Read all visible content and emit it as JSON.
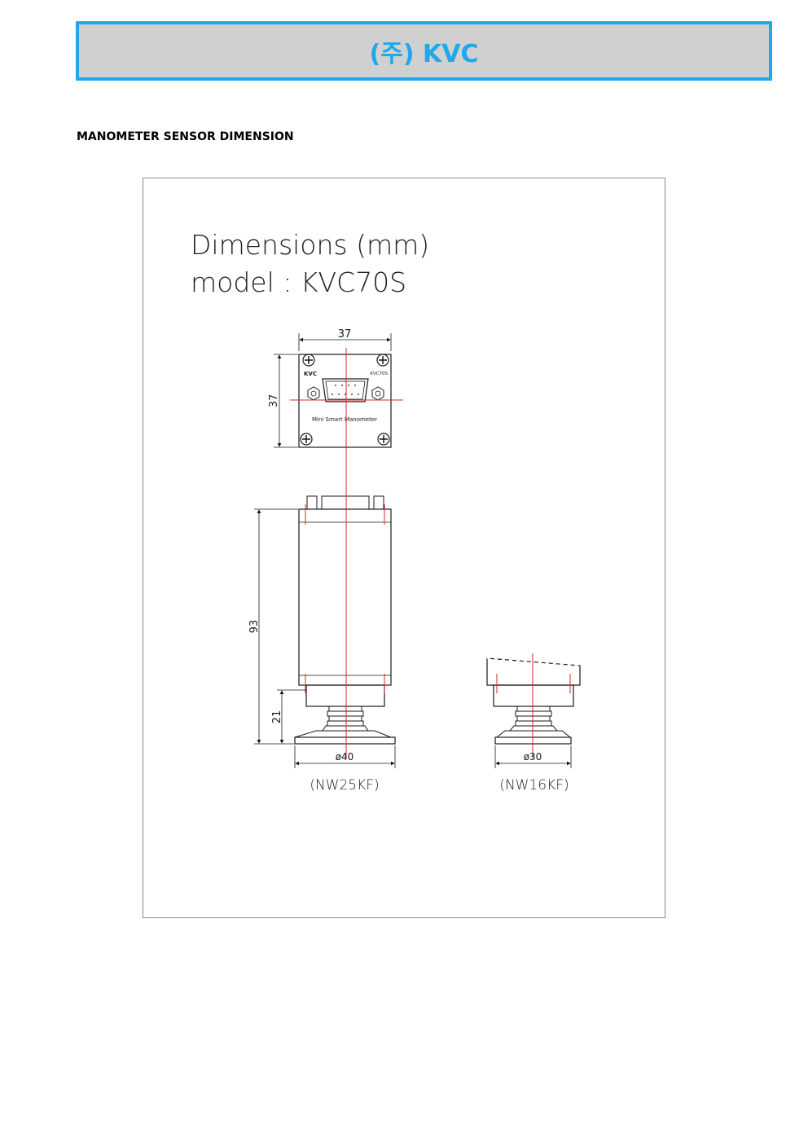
{
  "header": {
    "title": "(주) KVC"
  },
  "section": {
    "title": "MANOMETER SENSOR DIMENSION"
  },
  "drawing": {
    "title_line1": "Dimensions (mm)",
    "title_line2": "model : KVC70S",
    "top_view": {
      "width_dim": "37",
      "height_dim": "37",
      "brand": "KVC",
      "model_label": "KVC70S",
      "product_label": "Mini Smart Manometer"
    },
    "side_view": {
      "height_dim": "93",
      "flange_dim": "21",
      "diameter_dim": "ø40",
      "flange_type": "(NW25KF)"
    },
    "alt_view": {
      "diameter_dim": "ø30",
      "flange_type": "(NW16KF)"
    },
    "colors": {
      "centerline": "#d42a2a",
      "accent": "#1fa8ea",
      "line": "#1a1a1a"
    }
  }
}
